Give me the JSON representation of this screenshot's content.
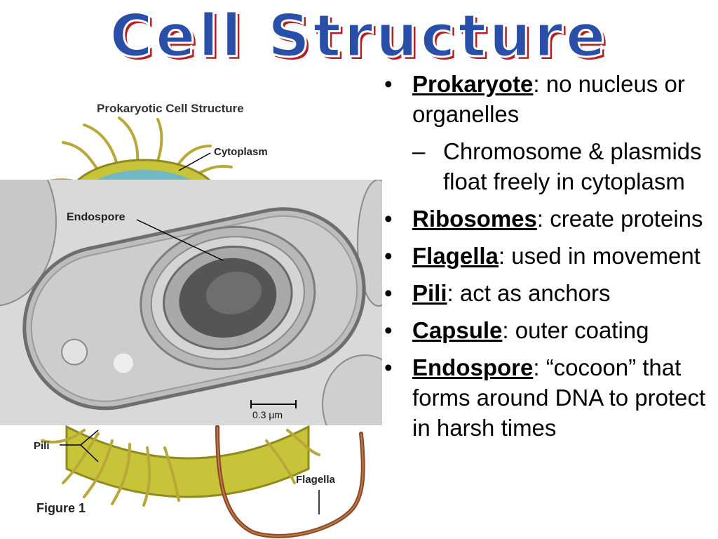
{
  "slide": {
    "title": "Cell Structure",
    "colors": {
      "title_fill": "#2a4fa8",
      "title_outline": "#ffffff",
      "title_shadow": "#b32121"
    },
    "bullets": [
      {
        "term": "Prokaryote",
        "text": ": no nucleus or organelles"
      },
      {
        "term": "Ribosomes",
        "text": ": create proteins"
      },
      {
        "term": "Flagella",
        "text": ": used in movement"
      },
      {
        "term": "Pili",
        "text": ": act as anchors"
      },
      {
        "term": "Capsule",
        "text": ": outer coating"
      },
      {
        "term": "Endospore",
        "text": ": “cocoon” that forms around DNA to protect in harsh times"
      }
    ],
    "sub_bullet": "Chromosome & plasmids float freely in cytoplasm",
    "bullet_glyph": "•",
    "dash_glyph": "–"
  },
  "diagram": {
    "heading": "Prokaryotic Cell Structure",
    "labels": {
      "cytoplasm": "Cytoplasm",
      "pili": "Pili",
      "flagella": "Flagella",
      "figure": "Figure 1"
    }
  },
  "micrograph": {
    "label": "Endospore",
    "scale": "0.3 µm"
  }
}
